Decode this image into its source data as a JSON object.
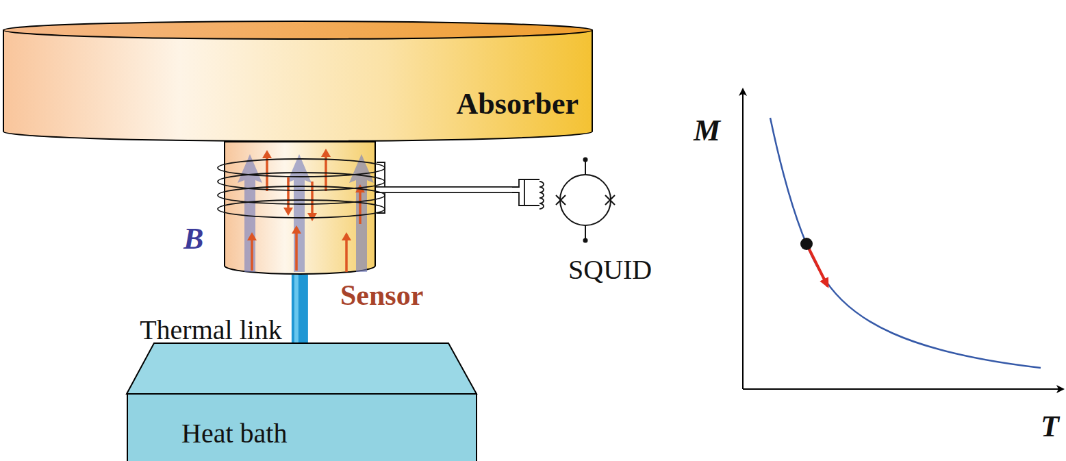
{
  "diagram": {
    "nodes": [
      {
        "text": [
          "Absorber"
        ]
      },
      {
        "text": [
          "Sensor"
        ]
      },
      {
        "text": [
          "Heat bath"
        ]
      },
      {
        "text": [
          "SQUID"
        ]
      }
    ],
    "edges": [
      {
        "from": 1,
        "to": 2,
        "label": "Thermal link",
        "arrow": "none"
      },
      {
        "from": 1,
        "to": 3,
        "arrow": "none"
      }
    ],
    "labels": [
      "B",
      "M",
      "T"
    ]
  }
}
